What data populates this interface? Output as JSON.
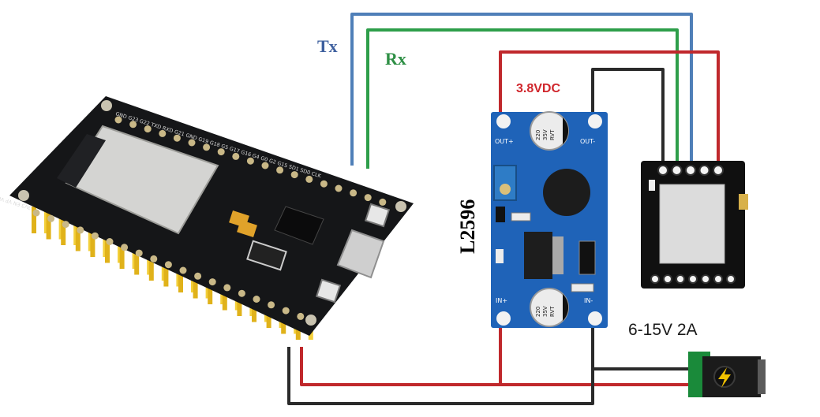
{
  "labels": {
    "tx": "Tx",
    "rx": "Rx",
    "output_voltage": "3.8VDC",
    "regulator": "L2596",
    "power_input": "6-15V 2A"
  },
  "regulator_board": {
    "out_plus": "OUT+",
    "out_minus": "OUT-",
    "in_plus": "IN+",
    "in_minus": "IN-",
    "cap_top": [
      "220",
      "35V",
      "RVT"
    ],
    "cap_bottom": [
      "220",
      "35V",
      "RVT"
    ]
  },
  "esp32": {
    "top_pins": "GND G23 G22 TXD RXD G21 GND G19 G18 G5 G17 G16 G4 G0 G2 G15 SD1 SD0 CLK",
    "bottom_pins": "3V3 EN VP VN G34 G35 G32 G33 G25 G26 G27 G14 G12 GND G13 SD2 SD3 CMD 5V"
  },
  "colors": {
    "tx_wire": "#4f7fb8",
    "rx_wire": "#2e9e4a",
    "positive_wire": "#c0282c",
    "ground_wire": "#2a2a2a",
    "tx_label": "#3d5f9e",
    "rx_label": "#2e8f45",
    "voltage_label": "#d0262c",
    "pcb_blue": "#1f63b8",
    "pcb_black": "#151618"
  },
  "icons": {
    "barrel_jack": "lightning-bolt-icon"
  }
}
